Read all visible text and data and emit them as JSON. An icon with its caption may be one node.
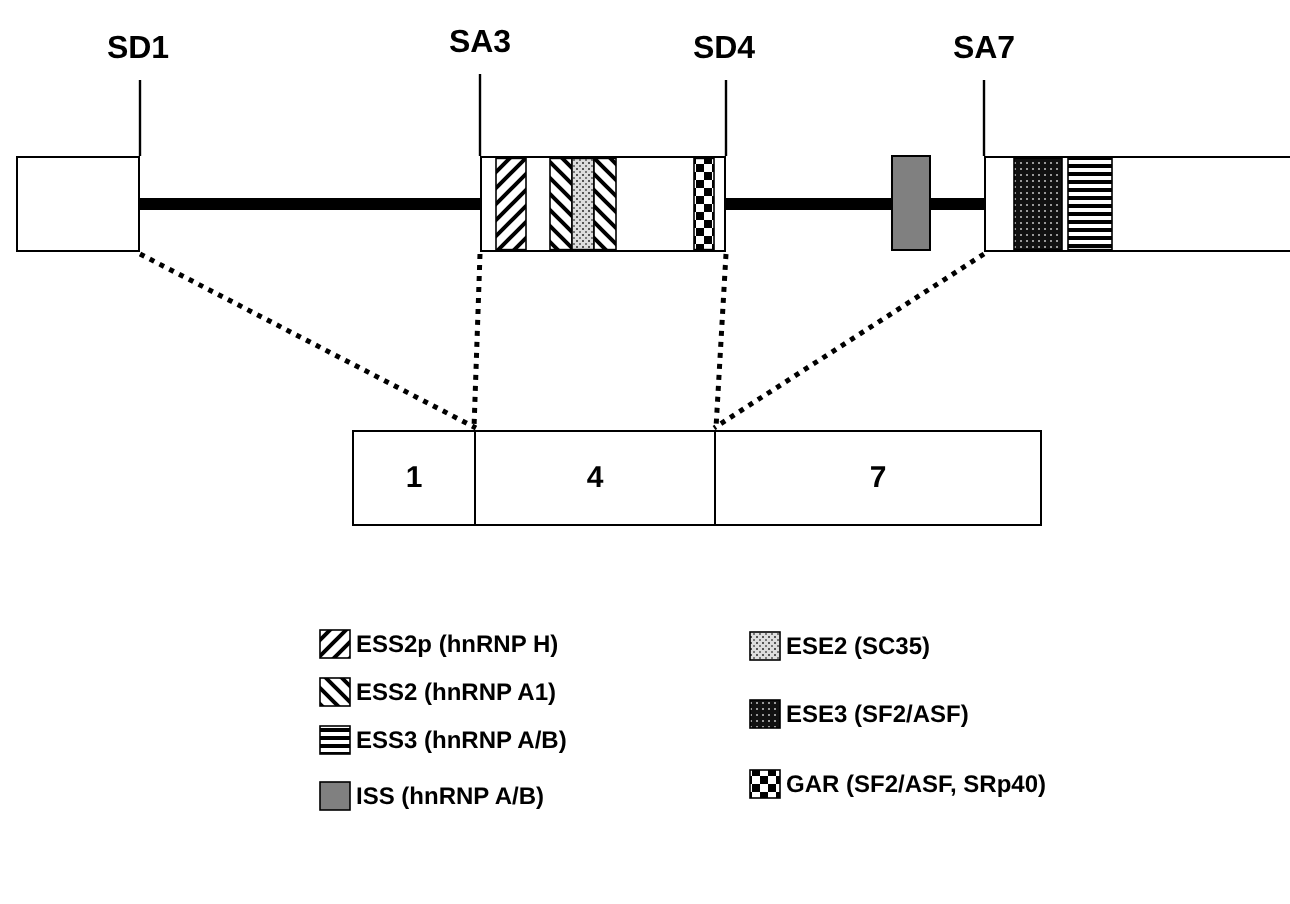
{
  "diagram": {
    "nodes": [
      {
        "text": [],
        "shape": "box"
      },
      {
        "text": [],
        "shape": "box"
      },
      {
        "text": [],
        "shape": "box"
      },
      {
        "text": [
          "1"
        ]
      },
      {
        "text": [
          "4"
        ]
      },
      {
        "text": [
          "7"
        ]
      },
      {
        "text": [
          "SD1"
        ]
      },
      {
        "text": [
          "SA3"
        ]
      },
      {
        "text": [
          "SD4"
        ]
      },
      {
        "text": [
          "SA7"
        ]
      }
    ],
    "edges": [
      {
        "from": 0,
        "to": 1,
        "arrow": "none",
        "style": "thick"
      },
      {
        "from": 1,
        "to": 2,
        "arrow": "none",
        "style": "thick"
      },
      {
        "from": 0,
        "to": 3,
        "arrow": "none",
        "style": "dashed"
      },
      {
        "from": 1,
        "to": 4,
        "arrow": "none",
        "style": "dashed"
      },
      {
        "from": 1,
        "to": 4,
        "arrow": "none",
        "style": "dashed"
      },
      {
        "from": 2,
        "to": 5,
        "arrow": "none",
        "style": "dashed"
      },
      {
        "from": 6,
        "to": 0,
        "arrow": "none"
      },
      {
        "from": 7,
        "to": 1,
        "arrow": "none"
      },
      {
        "from": 8,
        "to": 1,
        "arrow": "none"
      },
      {
        "from": 9,
        "to": 2,
        "arrow": "none"
      }
    ],
    "legend": [
      {
        "text": "ESS2p (hnRNP H)"
      },
      {
        "text": "ESS2 (hnRNP A1)"
      },
      {
        "text": "ESS3 (hnRNP A/B)"
      },
      {
        "text": "ISS (hnRNP A/B)",
        "color": "#808080"
      },
      {
        "text": "ESE2 (SC35)"
      },
      {
        "text": "ESE3 (SF2/ASF)"
      },
      {
        "text": "GAR (SF2/ASF, SRp40)"
      }
    ]
  }
}
